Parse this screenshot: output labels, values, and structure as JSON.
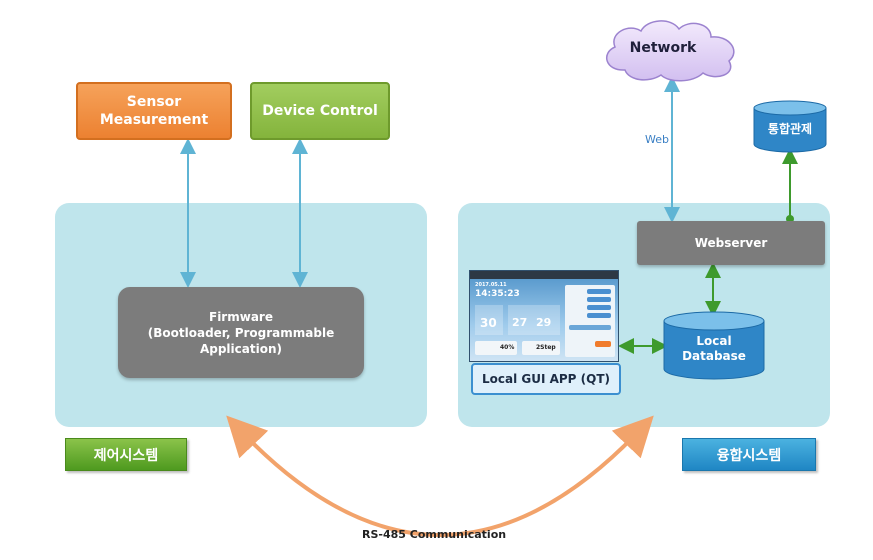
{
  "nodes": {
    "sensor": "Sensor\nMeasurement",
    "device_control": "Device Control",
    "firmware": "Firmware\n(Bootloader, Programmable\nApplication)",
    "network": "Network",
    "web_label": "Web",
    "integrated_control": "통합관제",
    "webserver": "Webserver",
    "local_database": "Local\nDatabase",
    "local_gui": "Local GUI APP (QT)"
  },
  "tags": {
    "control_system": "제어시스템",
    "fusion_system": "융합시스템"
  },
  "link_label": "RS-485 Communication",
  "gui_screen": {
    "date": "2017.05.11",
    "time": "14:35:23",
    "temp_current": "30",
    "temp_set_1": "27",
    "temp_set_2": "29",
    "humidity": "40%",
    "step": "2Step"
  },
  "colors": {
    "panel": "#bfe5ec",
    "arrow_blue": "#5fb4d4",
    "arrow_green": "#3e9a2d",
    "arc_orange": "#f2a36b"
  }
}
